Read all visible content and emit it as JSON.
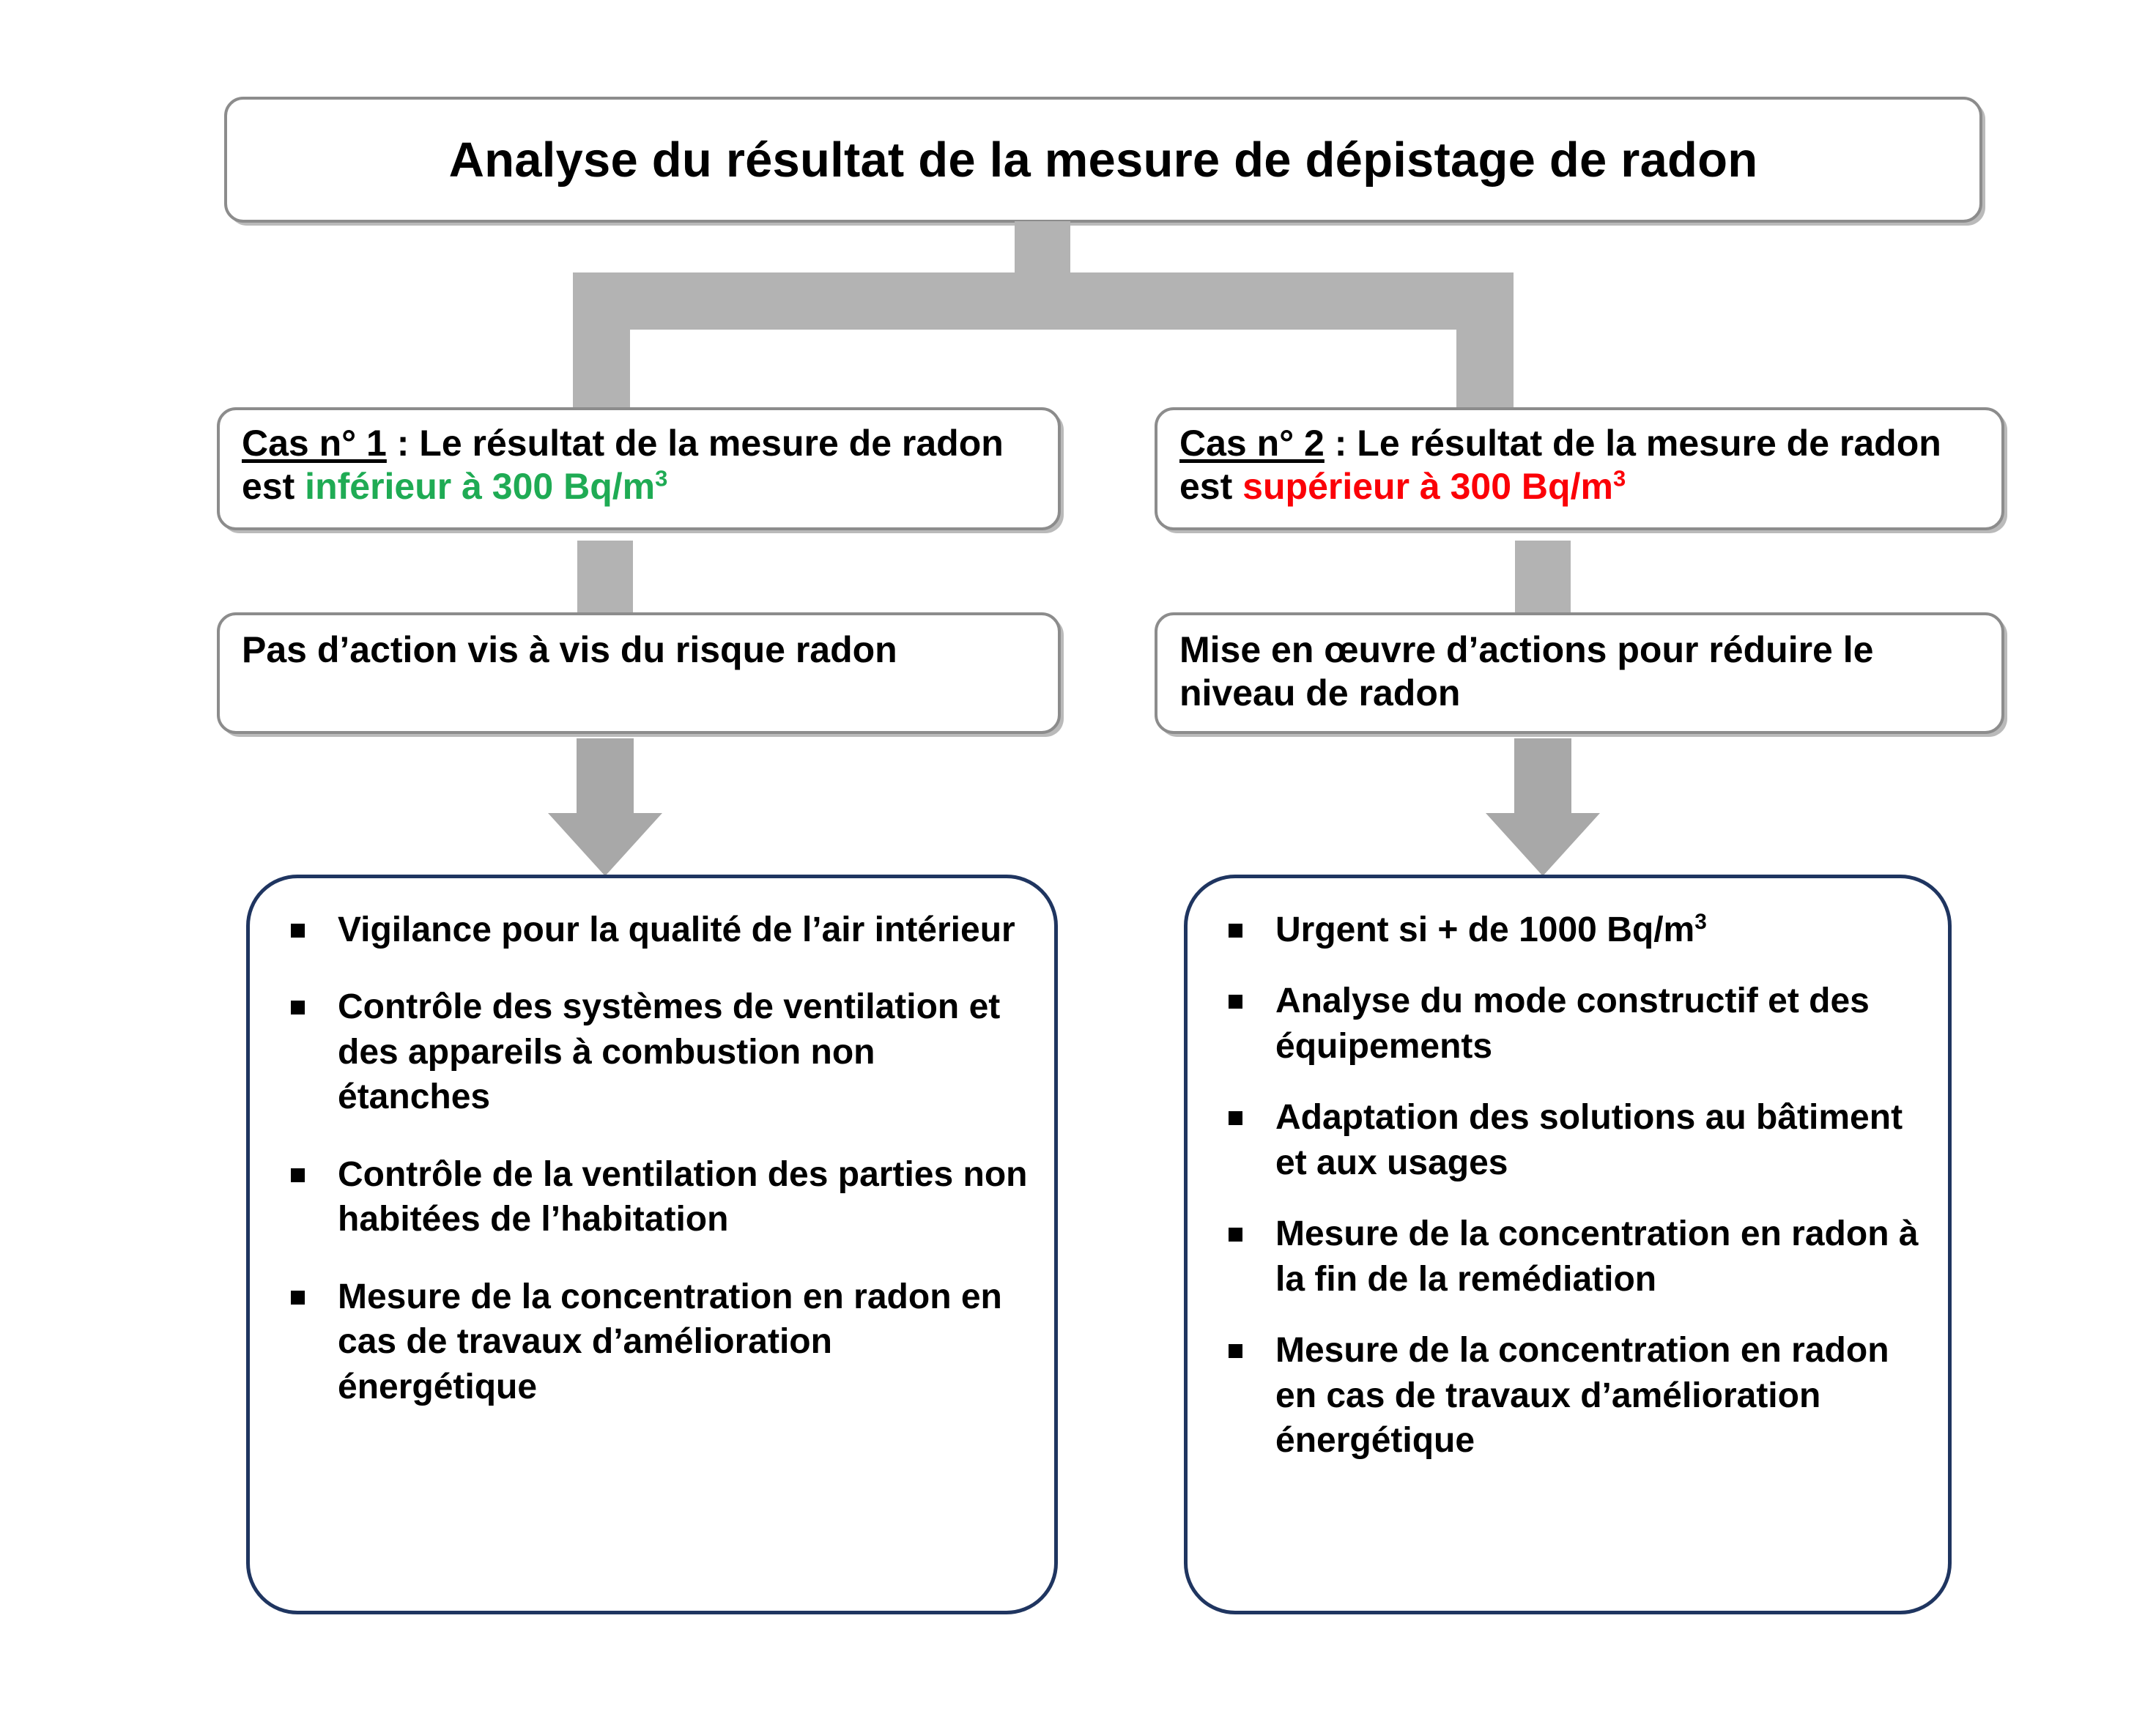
{
  "title": {
    "text": "Analyse du résultat de la mesure de dépistage de radon"
  },
  "colors": {
    "below_threshold": "#1fab54",
    "above_threshold": "#fb0007",
    "connector_gray": "#b3b3b3",
    "top_box_border": "#8c8c8c",
    "list_box_border": "#1f3560"
  },
  "branches": [
    {
      "case": {
        "label": "Cas n° 1",
        "separator": " : ",
        "lead": "Le résultat de la mesure de radon est ",
        "highlight": "inférieur à 300 Bq/m",
        "highlight_sup": "3",
        "full_text": "Cas n° 1 : Le résultat de la mesure de radon est inférieur à 300 Bq/m3"
      },
      "action": {
        "text": "Pas d’action vis à vis du risque radon"
      },
      "bullets": [
        {
          "text": "Vigilance pour la qualité de l’air intérieur"
        },
        {
          "text": "Contrôle des systèmes de ventilation et des appareils à combustion non étanches"
        },
        {
          "text": "Contrôle de la ventilation des parties non habitées de l’habitation"
        },
        {
          "text": "Mesure de la concentration en radon en cas de travaux d’amélioration énergétique"
        }
      ]
    },
    {
      "case": {
        "label": "Cas n° 2",
        "separator": " : ",
        "lead": "Le résultat de la mesure de radon est ",
        "highlight": "supérieur à 300 Bq/m",
        "highlight_sup": "3",
        "full_text": "Cas n° 2 : Le résultat de la mesure de radon est supérieur à 300 Bq/m3"
      },
      "action": {
        "text": "Mise en œuvre d’actions pour réduire le niveau de radon"
      },
      "bullets": [
        {
          "text": "Urgent si + de 1000 Bq/m",
          "sup": "3"
        },
        {
          "text": "Analyse du mode constructif et des équipements"
        },
        {
          "text": "Adaptation des solutions au bâtiment et aux usages"
        },
        {
          "text": "Mesure de la concentration en radon à la fin de la remédiation"
        },
        {
          "text": "Mesure de la concentration en radon en cas de travaux d’amélioration énergétique"
        }
      ]
    }
  ]
}
